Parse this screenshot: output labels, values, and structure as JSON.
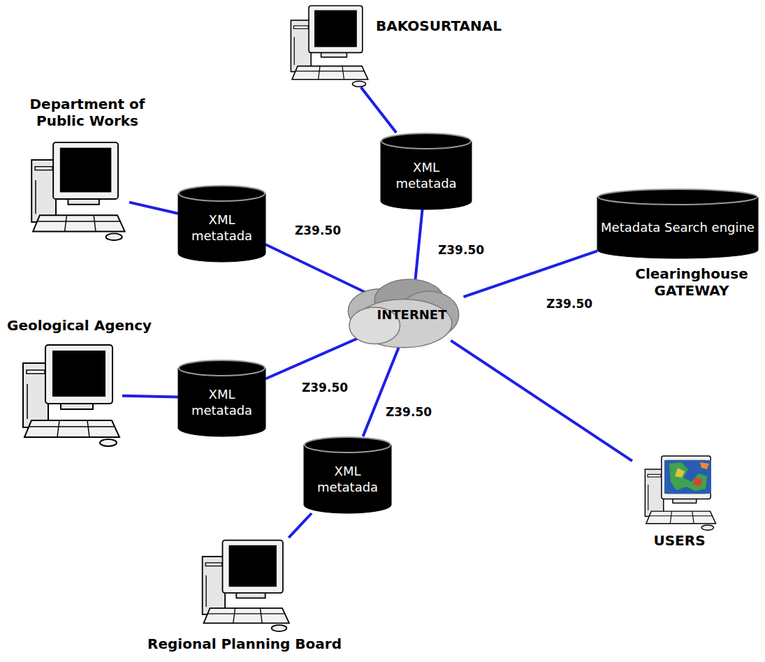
{
  "diagram": {
    "nodes": [
      {
        "text": [
          "BAKOSURTANAL"
        ]
      },
      {
        "text": [
          "XML metatada"
        ]
      },
      {
        "text": [
          "Department of Public Works"
        ]
      },
      {
        "text": [
          "XML metatada"
        ]
      },
      {
        "text": [
          "Metadata Search engine",
          "Clearinghouse GATEWAY"
        ]
      },
      {
        "text": [
          "INTERNET"
        ]
      },
      {
        "text": [
          "Geological Agency"
        ]
      },
      {
        "text": [
          "XML metatada"
        ]
      },
      {
        "text": [
          "XML metatada"
        ]
      },
      {
        "text": [
          "USERS"
        ]
      },
      {
        "text": [
          "Regional Planning Board"
        ]
      }
    ],
    "edges": [
      {
        "from": 0,
        "to": 1,
        "arrow": "none"
      },
      {
        "from": 2,
        "to": 3,
        "arrow": "none"
      },
      {
        "from": 6,
        "to": 7,
        "arrow": "none"
      },
      {
        "from": 10,
        "to": 8,
        "arrow": "none"
      },
      {
        "from": 1,
        "to": 5,
        "label": "Z39.50",
        "arrow": "none"
      },
      {
        "from": 3,
        "to": 5,
        "label": "Z39.50",
        "arrow": "none"
      },
      {
        "from": 7,
        "to": 5,
        "label": "Z39.50",
        "arrow": "none"
      },
      {
        "from": 8,
        "to": 5,
        "label": "Z39.50",
        "arrow": "none"
      },
      {
        "from": 5,
        "to": 4,
        "label": "Z39.50",
        "arrow": "none"
      },
      {
        "from": 5,
        "to": 9,
        "arrow": "none"
      }
    ]
  }
}
